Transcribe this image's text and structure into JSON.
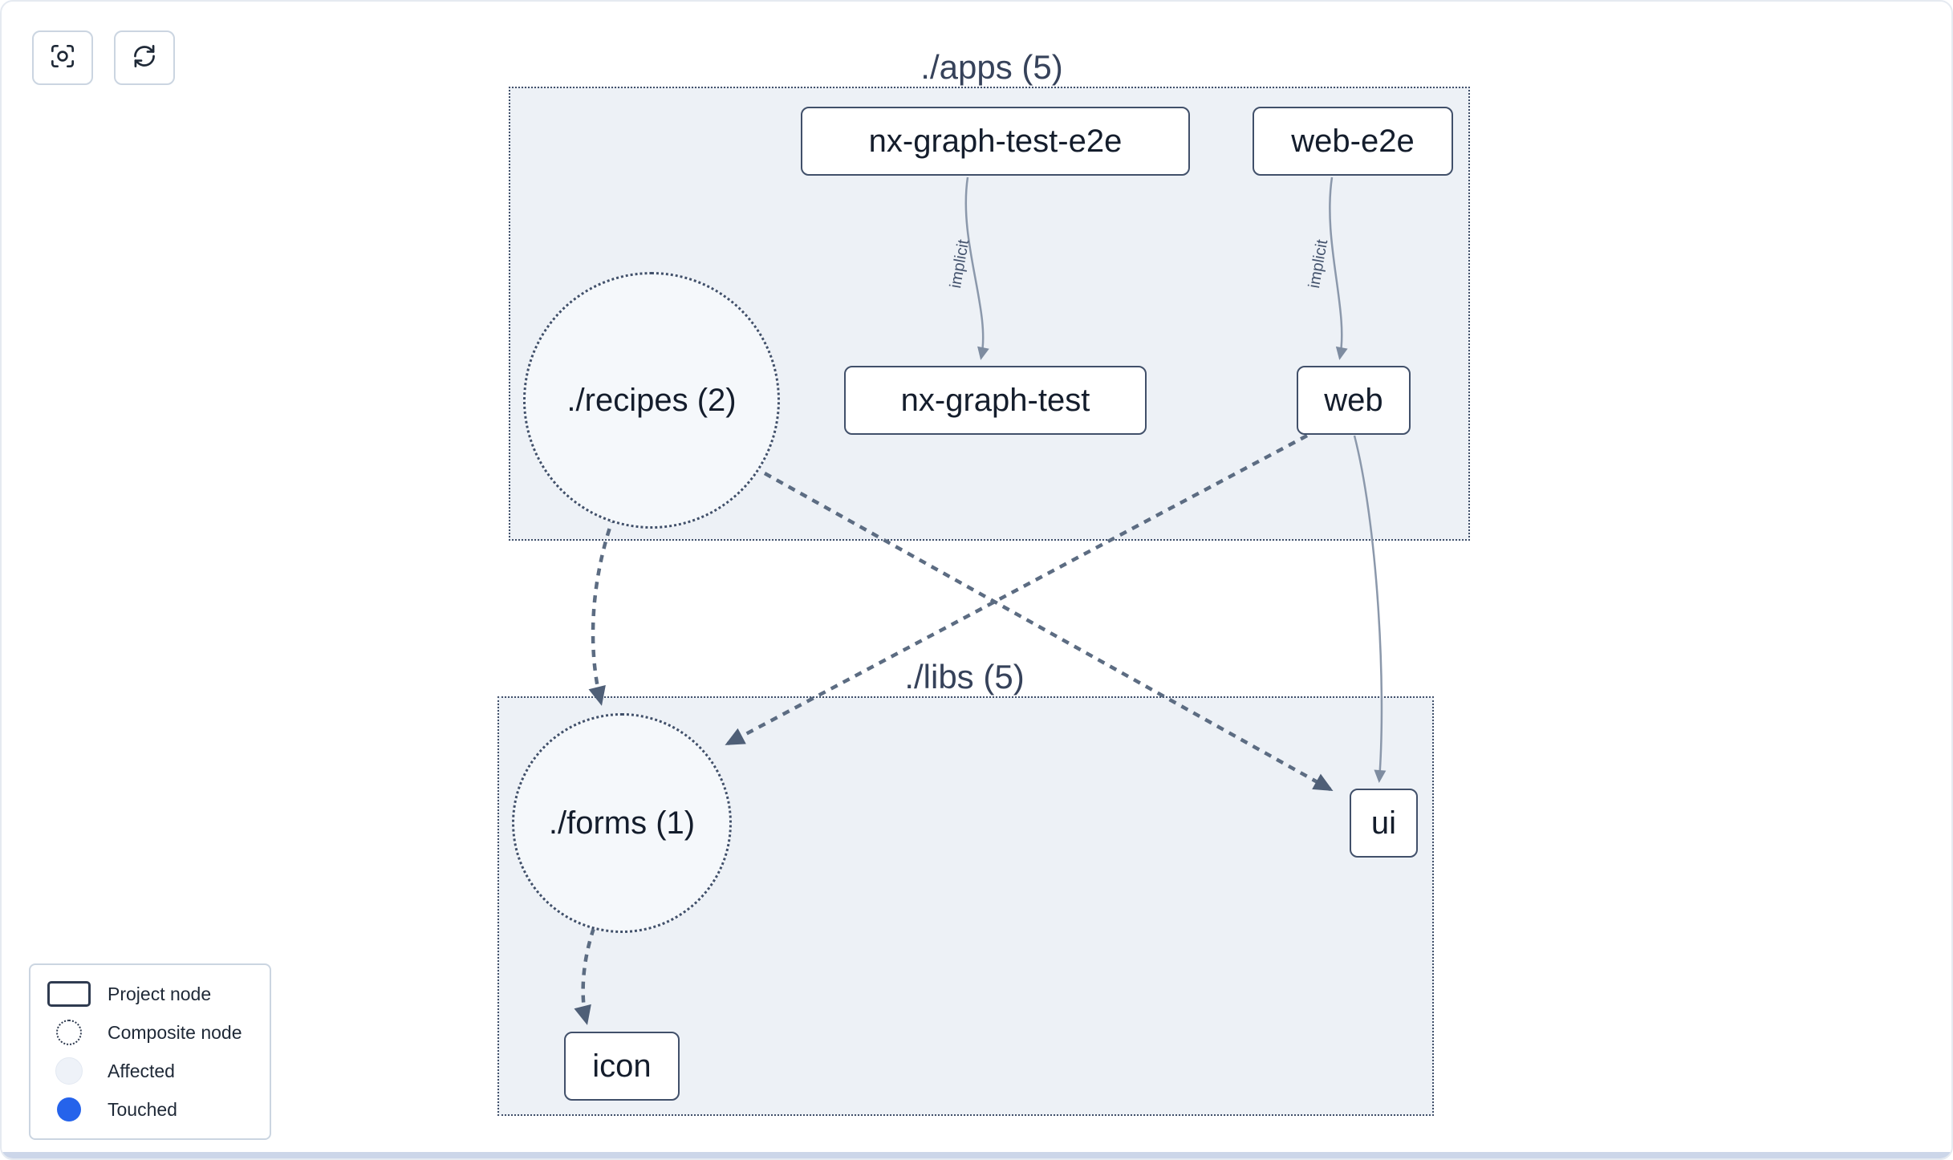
{
  "toolbar": {
    "buttons": [
      {
        "name": "focus",
        "icon": "focus-icon"
      },
      {
        "name": "refresh",
        "icon": "refresh-icon"
      }
    ]
  },
  "graph": {
    "clusters": [
      {
        "id": "apps",
        "label": "./apps (5)"
      },
      {
        "id": "libs",
        "label": "./libs (5)"
      }
    ],
    "nodes": [
      {
        "id": "nx-graph-test-e2e",
        "label": "nx-graph-test-e2e",
        "type": "project",
        "cluster": "apps"
      },
      {
        "id": "web-e2e",
        "label": "web-e2e",
        "type": "project",
        "cluster": "apps"
      },
      {
        "id": "recipes",
        "label": "./recipes (2)",
        "type": "composite",
        "cluster": "apps"
      },
      {
        "id": "nx-graph-test",
        "label": "nx-graph-test",
        "type": "project",
        "cluster": "apps"
      },
      {
        "id": "web",
        "label": "web",
        "type": "project",
        "cluster": "apps"
      },
      {
        "id": "forms",
        "label": "./forms (1)",
        "type": "composite",
        "cluster": "libs"
      },
      {
        "id": "ui",
        "label": "ui",
        "type": "project",
        "cluster": "libs"
      },
      {
        "id": "icon",
        "label": "icon",
        "type": "project",
        "cluster": "libs"
      }
    ],
    "edges": [
      {
        "from": "nx-graph-test-e2e",
        "to": "nx-graph-test",
        "label": "implicit",
        "style": "solid-thin"
      },
      {
        "from": "web-e2e",
        "to": "web",
        "label": "implicit",
        "style": "solid-thin"
      },
      {
        "from": "recipes",
        "to": "forms",
        "label": "",
        "style": "dashed-thick"
      },
      {
        "from": "recipes",
        "to": "ui",
        "label": "",
        "style": "dashed-thick"
      },
      {
        "from": "web",
        "to": "forms",
        "label": "",
        "style": "dashed-thick"
      },
      {
        "from": "web",
        "to": "ui",
        "label": "",
        "style": "solid-thin"
      },
      {
        "from": "forms",
        "to": "icon",
        "label": "",
        "style": "dashed-thick"
      }
    ]
  },
  "legend": {
    "items": [
      {
        "label": "Project node",
        "icon": "project-node-icon"
      },
      {
        "label": "Composite node",
        "icon": "composite-node-icon"
      },
      {
        "label": "Affected",
        "icon": "affected-icon"
      },
      {
        "label": "Touched",
        "icon": "touched-icon"
      }
    ]
  },
  "colors": {
    "cluster_fill": "#edf1f6",
    "node_border": "#41506a",
    "edge_dashed": "#5c6c82",
    "edge_implicit": "#8b98ab",
    "touched_blue": "#2563eb",
    "bottom_divider": "#ccd6e9"
  }
}
